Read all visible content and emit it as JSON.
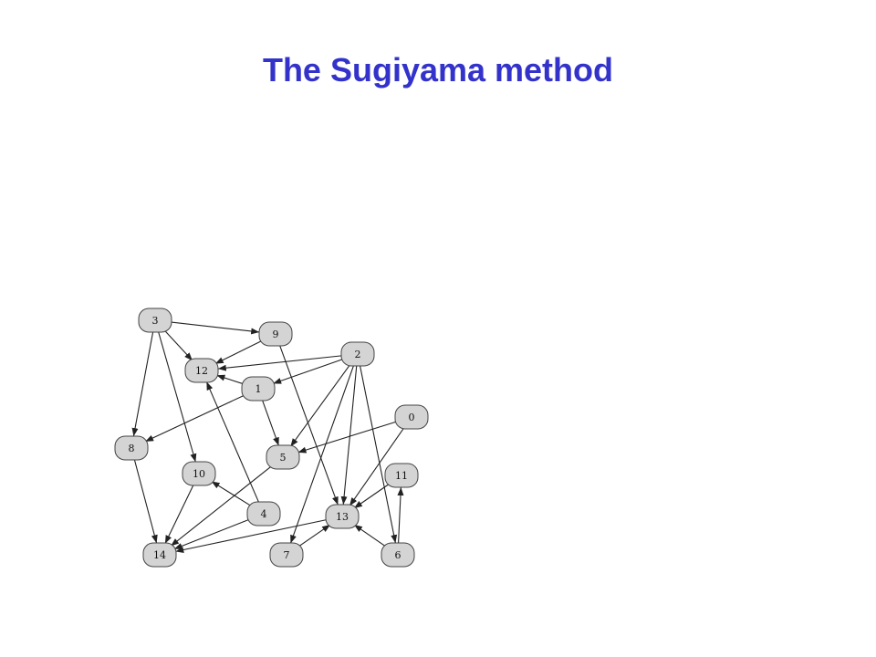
{
  "slide": {
    "title": "The Sugiyama method"
  },
  "graph": {
    "nodes": [
      "3",
      "9",
      "2",
      "12",
      "1",
      "0",
      "8",
      "5",
      "10",
      "11",
      "4",
      "13",
      "14",
      "7",
      "6"
    ],
    "edges": [
      [
        "3",
        "9"
      ],
      [
        "3",
        "12"
      ],
      [
        "3",
        "8"
      ],
      [
        "3",
        "10"
      ],
      [
        "9",
        "12"
      ],
      [
        "9",
        "13"
      ],
      [
        "2",
        "12"
      ],
      [
        "2",
        "1"
      ],
      [
        "2",
        "5"
      ],
      [
        "2",
        "7"
      ],
      [
        "2",
        "13"
      ],
      [
        "2",
        "6"
      ],
      [
        "1",
        "12"
      ],
      [
        "1",
        "8"
      ],
      [
        "1",
        "5"
      ],
      [
        "0",
        "5"
      ],
      [
        "0",
        "13"
      ],
      [
        "8",
        "14"
      ],
      [
        "10",
        "14"
      ],
      [
        "5",
        "14"
      ],
      [
        "4",
        "12"
      ],
      [
        "4",
        "10"
      ],
      [
        "4",
        "14"
      ],
      [
        "13",
        "14"
      ],
      [
        "11",
        "13"
      ],
      [
        "7",
        "13"
      ],
      [
        "6",
        "13"
      ],
      [
        "6",
        "11"
      ]
    ],
    "colors": {
      "node_fill": "#d4d4d4",
      "node_stroke": "#444444",
      "edge": "#222222",
      "title": "#3333cc"
    }
  }
}
